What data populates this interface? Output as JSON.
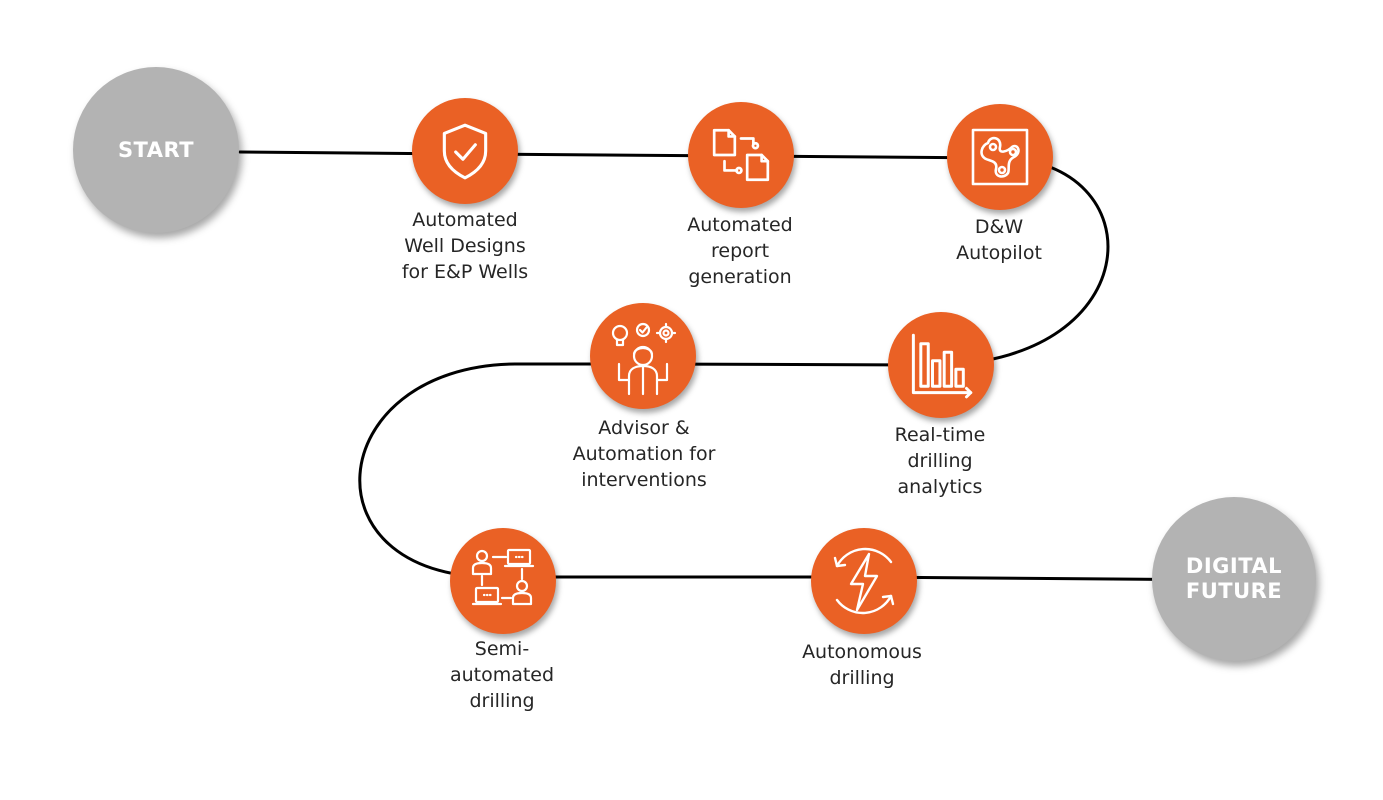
{
  "colors": {
    "accent": "#ea6125",
    "endpoint": "#b3b3b3",
    "line": "#000000",
    "text": "#262626"
  },
  "start": {
    "label": "START"
  },
  "end": {
    "lines": [
      "DIGITAL",
      "FUTURE"
    ]
  },
  "milestones": [
    {
      "icon": "shield-check-icon",
      "lines": [
        "Automated",
        "Well Designs",
        "for E&P Wells"
      ]
    },
    {
      "icon": "document-flow-icon",
      "lines": [
        "Automated",
        "report",
        "generation"
      ]
    },
    {
      "icon": "autopilot-icon",
      "lines": [
        "D&W",
        "Autopilot"
      ]
    },
    {
      "icon": "bar-chart-icon",
      "lines": [
        "Real-time",
        "drilling",
        "analytics"
      ]
    },
    {
      "icon": "advisor-icon",
      "lines": [
        "Advisor &",
        "Automation for",
        "interventions"
      ]
    },
    {
      "icon": "team-network-icon",
      "lines": [
        "Semi-",
        "automated",
        "drilling"
      ]
    },
    {
      "icon": "lightning-cycle-icon",
      "lines": [
        "Autonomous",
        "drilling"
      ]
    }
  ]
}
